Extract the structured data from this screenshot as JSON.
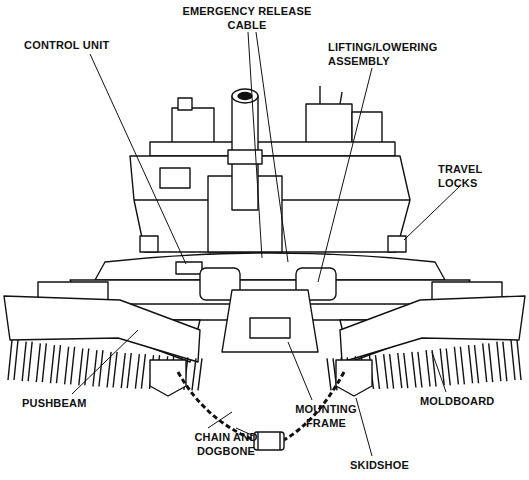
{
  "diagram": {
    "labels": [
      "CONTROL UNIT",
      "EMERGENCY RELEASE CABLE",
      "LIFTING/LOWERING ASSEMBLY",
      "TRAVEL LOCKS",
      "PUSHBEAM",
      "CHAIN AND DOGBONE",
      "MOUNTING FRAME",
      "MOLDBOARD",
      "SKIDSHOE"
    ]
  }
}
